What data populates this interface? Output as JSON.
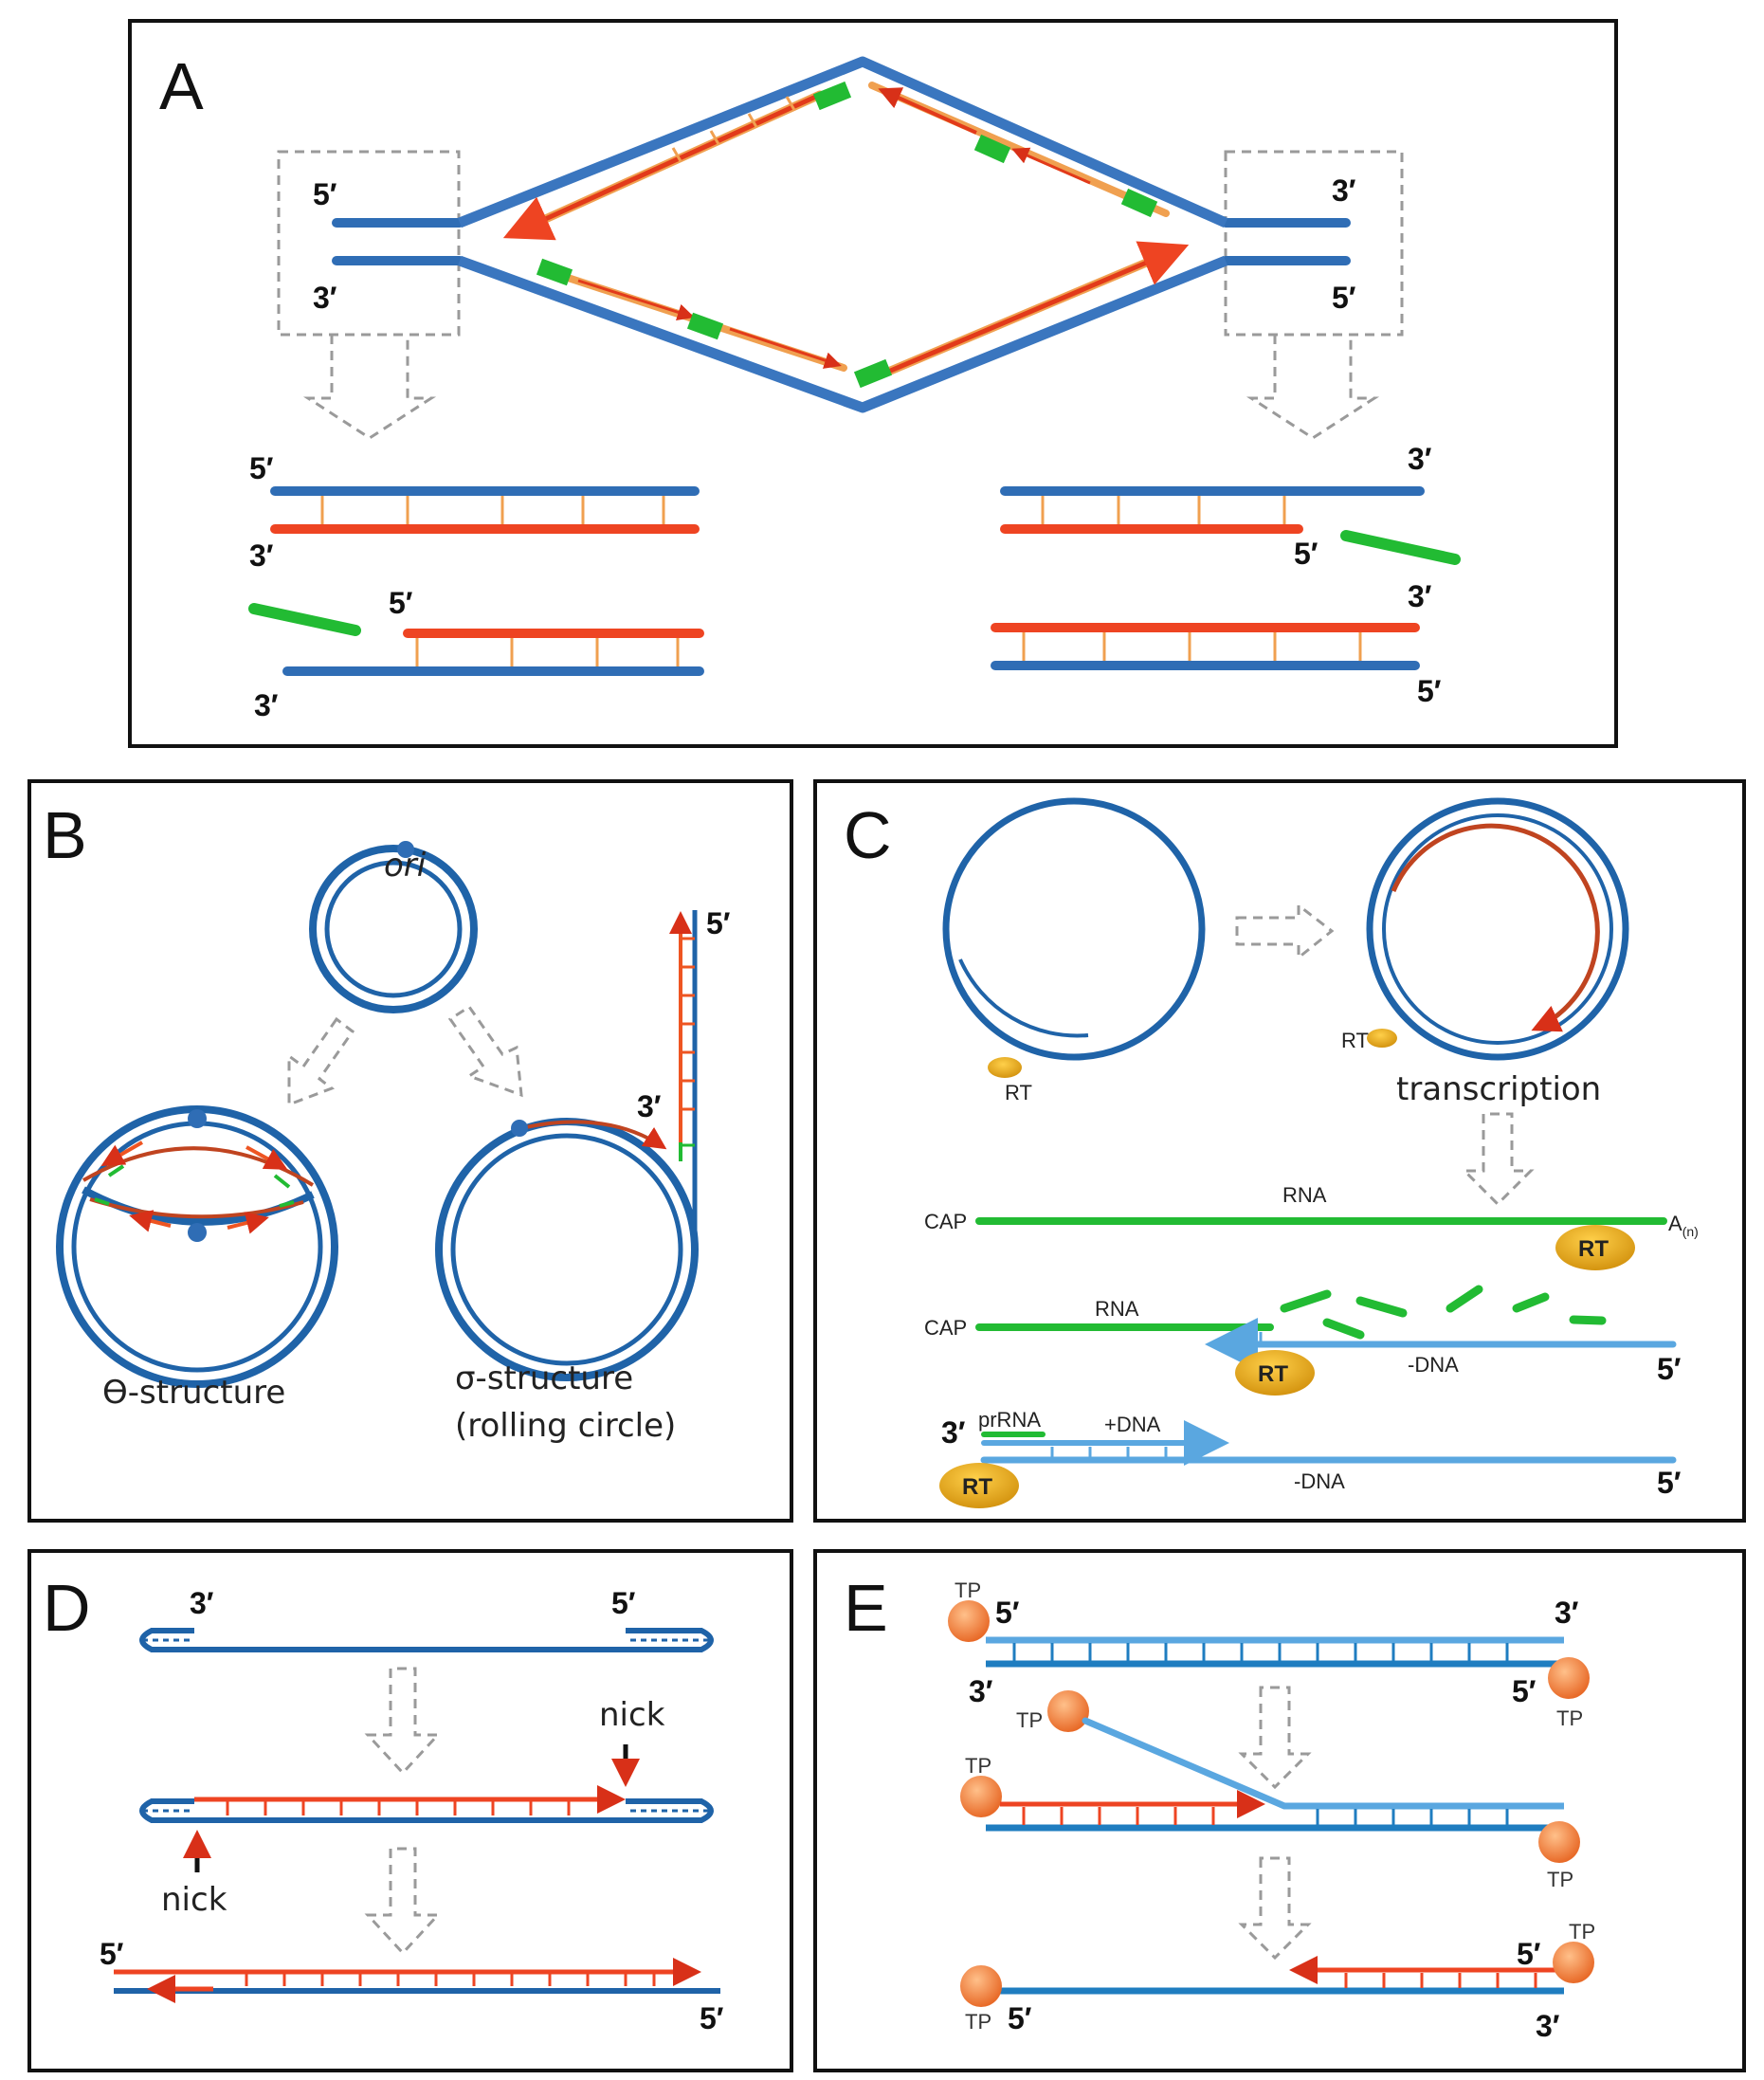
{
  "panels": {
    "A": {
      "label": "A",
      "fork_left_top": "5′",
      "fork_left_bottom": "3′",
      "fork_right_top": "3′",
      "fork_right_bottom": "5′",
      "ll_top_5": "5′",
      "ll_top_3": "3′",
      "ll_bot_5": "5′",
      "ll_bot_3": "3′",
      "lr_top_3": "3′",
      "lr_top_5": "5′",
      "lr_bot_3": "3′",
      "lr_bot_5": "5′"
    },
    "B": {
      "label": "B",
      "ori": "ori",
      "theta_caption": "ϴ-structure",
      "sigma_caption_line1": "σ-structure",
      "sigma_caption_line2": "(rolling circle)",
      "end_5": "5′",
      "end_3": "3′"
    },
    "C": {
      "label": "C",
      "rt": "RT",
      "transcription": "transcription",
      "cap": "CAP",
      "rna": "RNA",
      "poly_a": "A",
      "poly_a_sub": "(n)",
      "minus_dna": "-DNA",
      "plus_dna": "+DNA",
      "prrna": "prRNA",
      "end_5": "5′",
      "end_3": "3′"
    },
    "D": {
      "label": "D",
      "end_3": "3′",
      "end_5": "5′",
      "nick": "nick"
    },
    "E": {
      "label": "E",
      "tp": "TP",
      "end_5": "5′",
      "end_3": "3′"
    }
  },
  "colors": {
    "dna_blue": "#2f6db5",
    "light_blue": "#5aa7e0",
    "new_strand_red": "#ee4422",
    "primer_green": "#22bb33",
    "rt_gold": "#e0a414",
    "tp_orange": "#f08a4a",
    "arrow_dashed_gray": "#9a9a9a"
  }
}
